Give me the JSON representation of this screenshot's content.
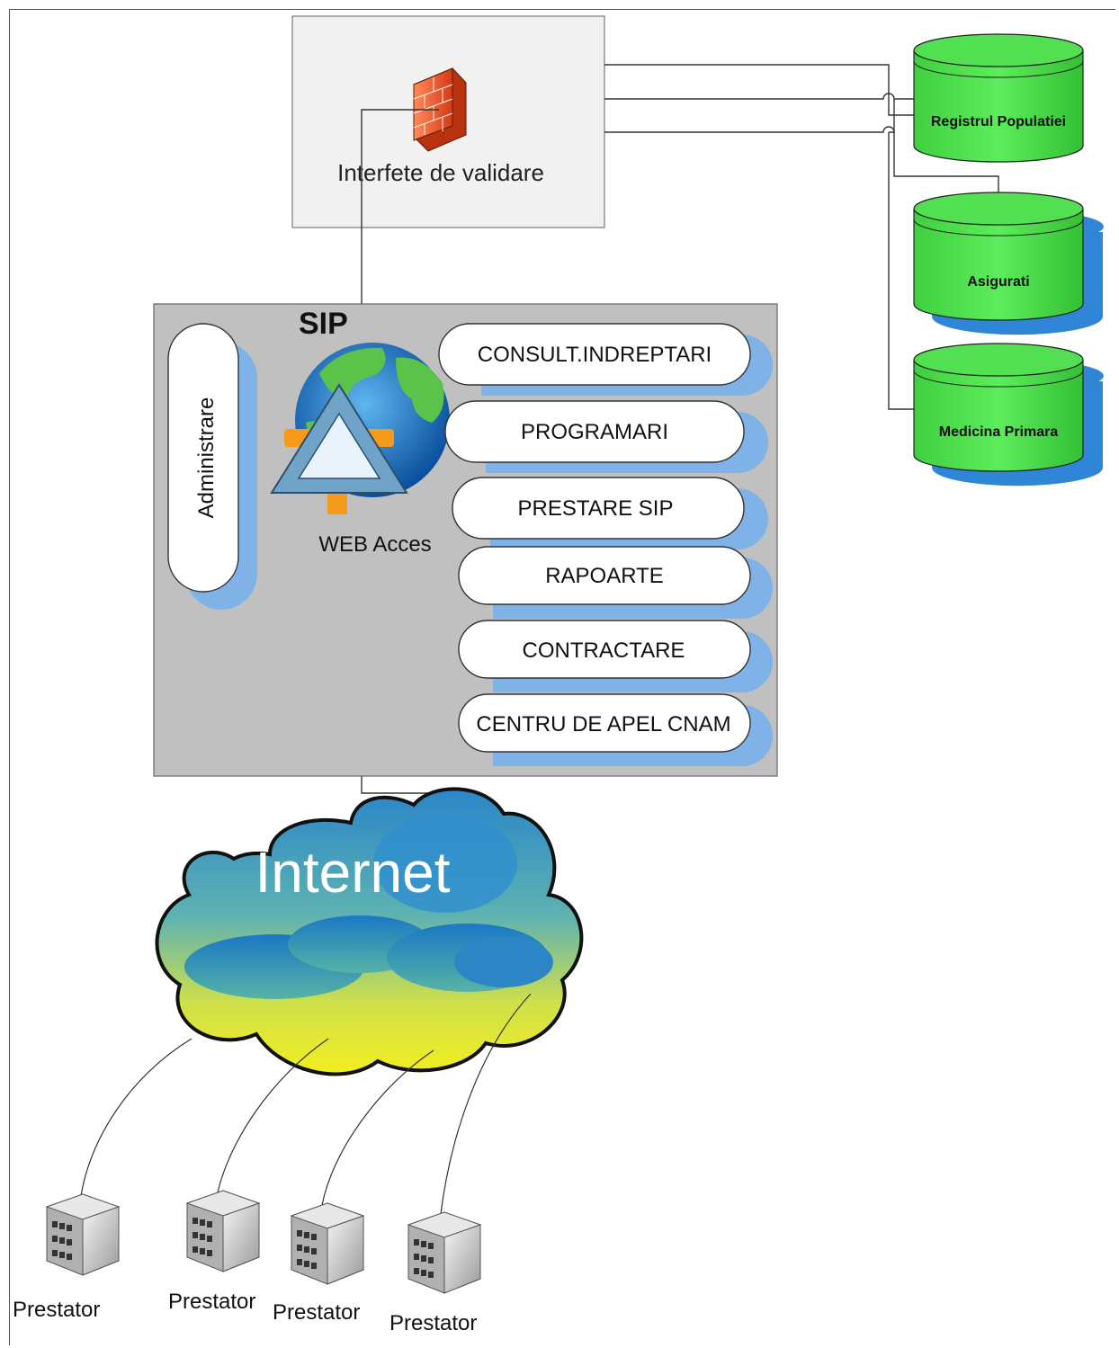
{
  "validation": {
    "label": "Interfete de validare"
  },
  "databases": [
    {
      "label": "Registrul Populatiei"
    },
    {
      "label": "Asigurati"
    },
    {
      "label": "Medicina Primara"
    }
  ],
  "sip": {
    "title": "SIP",
    "admin_label": "Administrare",
    "web_label": "WEB Acces",
    "modules": [
      {
        "label": "CONSULT.INDREPTARI"
      },
      {
        "label": "PROGRAMARI"
      },
      {
        "label": "PRESTARE SIP"
      },
      {
        "label": "RAPOARTE"
      },
      {
        "label": "CONTRACTARE"
      },
      {
        "label": "CENTRU DE APEL CNAM"
      }
    ]
  },
  "cloud": {
    "label": "Internet"
  },
  "providers": [
    {
      "label": "Prestator"
    },
    {
      "label": "Prestator"
    },
    {
      "label": "Prestator"
    },
    {
      "label": "Prestator"
    }
  ],
  "colors": {
    "db_green": "#4ee04e",
    "db_shadow": "#2f86d6",
    "module_shadow": "#7fb2e6",
    "sip_bg": "#c0c0c0",
    "validation_bg": "#f1f1f1"
  }
}
